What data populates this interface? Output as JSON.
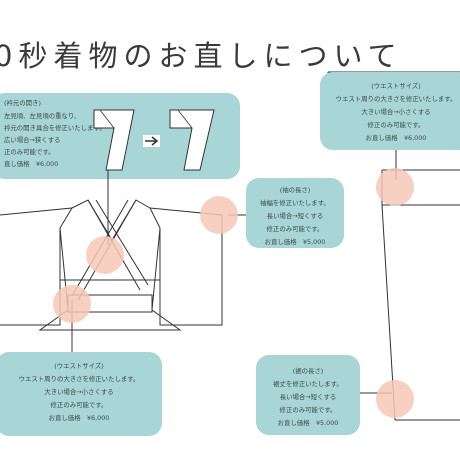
{
  "title": "0秒着物のお直しについて",
  "collar_box": {
    "lines": [
      "(衿元の開き)",
      "左見頃、左見頃の重なり、",
      "衿元の開き具合を修正いたします。",
      "広い場合→狭くする",
      "正のみ可能です。",
      "直し価格　¥6,000"
    ]
  },
  "sleeve_box": {
    "lines": [
      "(袖の長さ)",
      "袖幅を修正いたします。",
      "長い場合→短くする",
      "修正のみ可能です。",
      "お直し価格　¥5,000"
    ]
  },
  "waist_top_box": {
    "lines": [
      "(ウエストサイズ)",
      "ウエスト周りの大きさを修正いたします。",
      "大きい場合→小さくする",
      "修正のみ可能です。",
      "お直し価格　¥6,000"
    ]
  },
  "waist_bottom_box": {
    "lines": [
      "(ウエストサイズ)",
      "ウエスト周りの大きさを修正いたします。",
      "大きい場合→小さくする",
      "修正のみ可能です。",
      "お直し価格　¥6,000"
    ]
  },
  "hem_box": {
    "lines": [
      "(裾の長さ)",
      "裾丈を修正いたします。",
      "長い場合→短くする",
      "修正のみ可能です。",
      "お直し価格　¥5,000"
    ]
  },
  "colors": {
    "box": "#a8d6d6",
    "dot": "#f6c8b6",
    "line": "#333333"
  }
}
